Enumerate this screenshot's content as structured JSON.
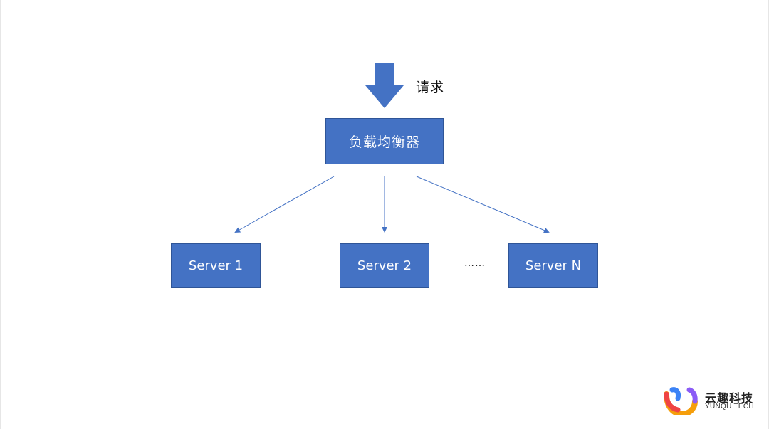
{
  "diagram": {
    "request_label": "请求",
    "load_balancer_label": "负载均衡器",
    "servers": [
      {
        "label": "Server 1"
      },
      {
        "label": "Server 2"
      },
      {
        "label": "Server N"
      }
    ],
    "ellipsis": "……"
  },
  "logo": {
    "name_cn": "云趣科技",
    "name_en": "YUNQU TECH"
  },
  "colors": {
    "box_fill": "#4472c4",
    "box_border": "#2f5597",
    "connector": "#4472c4",
    "logo_blue": "#3b82f6",
    "logo_orange": "#f59e0b",
    "logo_red": "#ef4444",
    "logo_purple": "#8b5cf6"
  }
}
